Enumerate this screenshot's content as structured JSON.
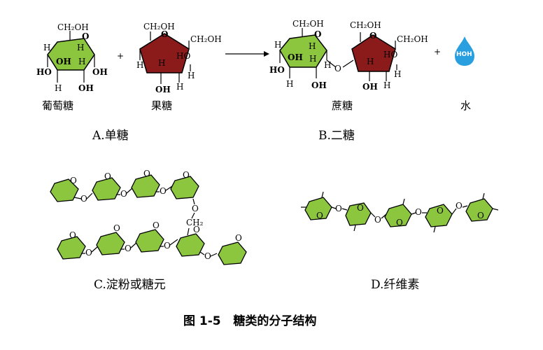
{
  "labels": {
    "glucose": "葡萄糖",
    "fructose": "果糖",
    "sucrose": "蔗糖",
    "water": "水",
    "water_formula": "HOH",
    "plus": "+"
  },
  "captions": {
    "a": "A.单糖",
    "b": "B.二糖",
    "c": "C.淀粉或糖元",
    "d": "D.纤维素"
  },
  "figure_caption": "图 1-5   糖类的分子结构",
  "chem": {
    "ch2oh": "CH₂OH",
    "h": "H",
    "oh": "OH",
    "ho": "HO",
    "o": "O",
    "ch2": "CH₂"
  },
  "colors": {
    "hexose_fill": "#8cc63f",
    "pentose_fill": "#8b1a1a",
    "water_drop": "#2a9fe0",
    "outline": "#000000"
  }
}
